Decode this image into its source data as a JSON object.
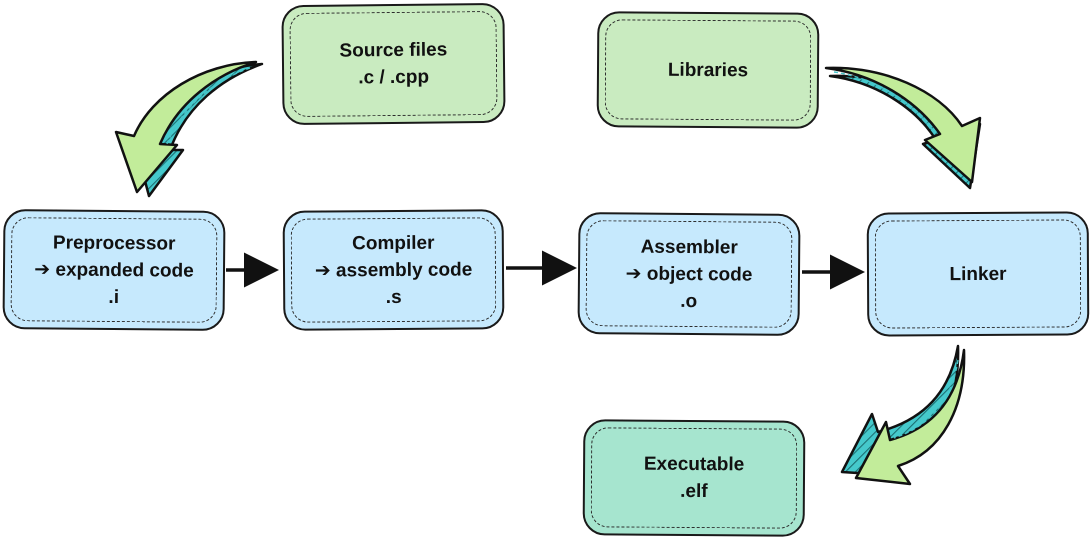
{
  "nodes": {
    "source_files": {
      "line1": "Source files",
      "line2": ".c / .cpp",
      "color": "#c9ebc0"
    },
    "libraries": {
      "line1": "Libraries",
      "color": "#c9ebc0"
    },
    "preprocessor": {
      "line1": "Preprocessor",
      "line2": "➔ expanded code",
      "line3": ".i",
      "color": "#c6e9fd"
    },
    "compiler": {
      "line1": "Compiler",
      "line2": "➔ assembly code",
      "line3": ".s",
      "color": "#c6e9fd"
    },
    "assembler": {
      "line1": "Assembler",
      "line2": "➔ object code",
      "line3": ".o",
      "color": "#c6e9fd"
    },
    "linker": {
      "line1": "Linker",
      "color": "#c6e9fd"
    },
    "executable": {
      "line1": "Executable",
      "line2": ".elf",
      "color": "#a6e5cf"
    }
  },
  "edges": [
    {
      "from": "source_files",
      "to": "preprocessor",
      "style": "curved-block-arrow"
    },
    {
      "from": "preprocessor",
      "to": "compiler",
      "style": "line-arrow"
    },
    {
      "from": "compiler",
      "to": "assembler",
      "style": "line-arrow"
    },
    {
      "from": "assembler",
      "to": "linker",
      "style": "line-arrow"
    },
    {
      "from": "libraries",
      "to": "linker",
      "style": "curved-block-arrow"
    },
    {
      "from": "linker",
      "to": "executable",
      "style": "curved-block-arrow"
    }
  ],
  "colors": {
    "block_arrow_fill": "#c2ec9a",
    "block_arrow_shadow": "#3cc2c6",
    "outline": "#1a1a1a"
  }
}
